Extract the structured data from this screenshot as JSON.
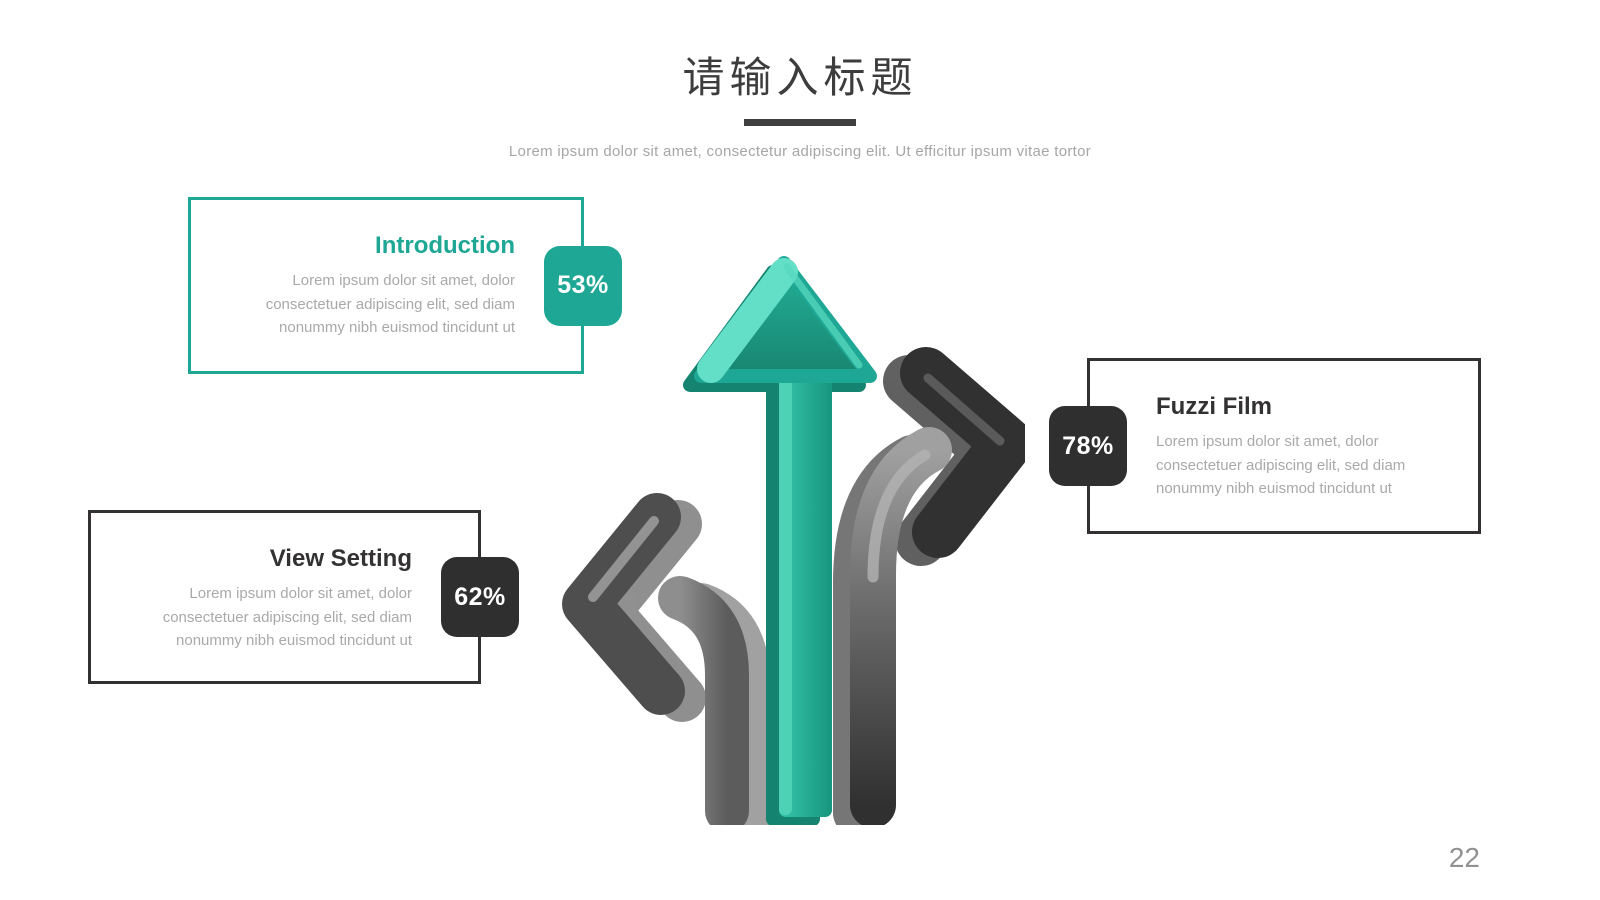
{
  "slide": {
    "title": "请输入标题",
    "subtitle": "Lorem ipsum dolor sit amet, consectetur adipiscing elit. Ut efficitur ipsum vitae tortor",
    "page_number": "22"
  },
  "items": [
    {
      "title": "Introduction",
      "value": "53%",
      "body": "Lorem ipsum dolor sit amet, dolor consectetuer adipiscing elit, sed diam nonummy nibh euismod tincidunt ut",
      "accent_color": "#1EA795",
      "text_align": "right",
      "badge_side": "right"
    },
    {
      "title": "View Setting",
      "value": "62%",
      "body": "Lorem ipsum dolor sit amet, dolor consectetuer adipiscing elit, sed diam nonummy nibh euismod tincidunt ut",
      "accent_color": "#302F30",
      "text_align": "right",
      "badge_side": "right"
    },
    {
      "title": "Fuzzi Film",
      "value": "78%",
      "body": "Lorem ipsum dolor sit amet, dolor consectetuer adipiscing elit, sed diam nonummy nibh euismod tincidunt ut",
      "accent_color": "#302F30",
      "text_align": "left",
      "badge_side": "left"
    }
  ],
  "graphic": {
    "name": "3d-direction-arrows",
    "arrows": [
      "up-teal",
      "left-gray",
      "right-dark"
    ],
    "colors": {
      "teal": "#1EA795",
      "mint_highlight": "#63DFC8",
      "dark_teal": "#148370",
      "charcoal": "#313131",
      "gray": "#6e6e6e"
    }
  }
}
